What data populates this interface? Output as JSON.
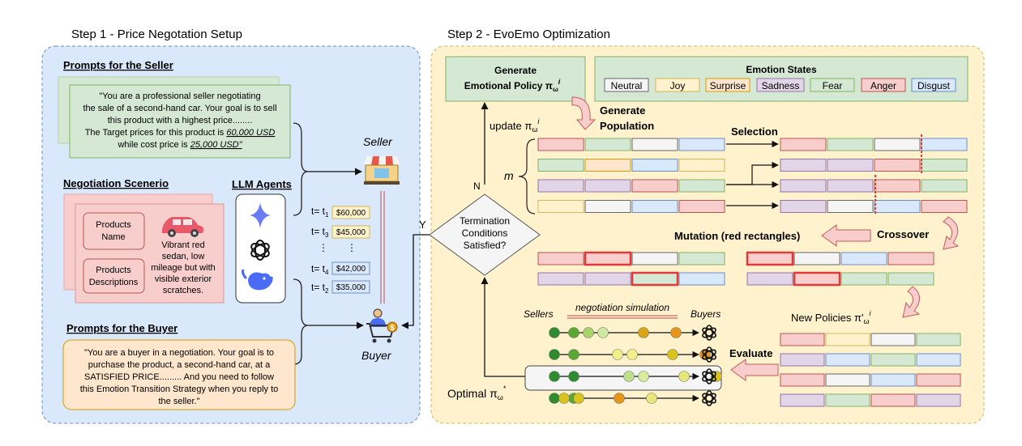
{
  "step1": {
    "title": "Step 1 - Price Negotation Setup",
    "seller_prompt": {
      "heading": "Prompts for the Seller",
      "lines": [
        "\"You are a professional seller negotiating",
        "the sale of a second-hand car. Your goal is to sell",
        "this product with a highest price........",
        "The Target prices for this product is ",
        "while cost price is "
      ],
      "target_price": "60,000 USD",
      "cost_price": "25,000 USD\""
    },
    "scenario": {
      "heading": "Negotiation Scenerio",
      "products_name": [
        "Products",
        "Name"
      ],
      "products_desc": [
        "Products",
        "Descriptions"
      ],
      "description": [
        "Vibrant red",
        "sedan, low",
        "mileage but with",
        "visible exterior",
        "scratches."
      ]
    },
    "agents_heading": "LLM Agents",
    "seller_label": "Seller",
    "buyer_label": "Buyer",
    "offers": [
      {
        "t": "t= t",
        "sub": "1",
        "price": "$60,000",
        "side": "seller"
      },
      {
        "t": "t= t",
        "sub": "3",
        "price": "$45,000",
        "side": "seller"
      },
      {
        "t": "t= t",
        "sub": "4",
        "price": "$42,000",
        "side": "buyer"
      },
      {
        "t": "t= t",
        "sub": "2",
        "price": "$35,000",
        "side": "buyer"
      }
    ],
    "ellipsis": "⋮",
    "buyer_prompt": {
      "heading": "Prompts for the Buyer",
      "lines": [
        "\"You are a buyer in a negotiation. Your goal is to",
        "purchase the product, a second-hand car, at a",
        "SATISFIED PRICE......... And you need to follow",
        "this Emotion Transition Strategy when you reply to",
        "the seller.\""
      ]
    }
  },
  "step2": {
    "title": "Step 2 - EvoEmo Optimization",
    "generate_policy": [
      "Generate",
      "Emotional Policy π",
      "ω",
      "i"
    ],
    "emotion_states": {
      "title": "Emotion States",
      "items": [
        "Neutral",
        "Joy",
        "Surprise",
        "Sadness",
        "Fear",
        "Anger",
        "Disgust"
      ]
    },
    "colors": {
      "neutral": "#f5f5f5",
      "joy": "#fff2cc",
      "surprise": "#ffe6cc",
      "sadness": "#e1d5e7",
      "fear": "#d5e8d4",
      "anger": "#f8cecc",
      "disgust": "#dae8fc",
      "panel_blue": "#dae8fc",
      "panel_orange": "#fff2cc",
      "mutation_red": "#e03a3a"
    },
    "update_label": [
      "update π",
      "ω",
      "i"
    ],
    "generate_population": [
      "Generate",
      "Population"
    ],
    "m_label": "m",
    "selection": "Selection",
    "termination": [
      "Termination",
      "Conditions",
      "Satisfied?"
    ],
    "n_label": "N",
    "y_label": "Y",
    "mutation": "Mutation (red rectangles)",
    "crossover": "Crossover",
    "new_policies": [
      "New Policies π'",
      "ω",
      "i"
    ],
    "evaluate": "Evaluate",
    "sellers": "Sellers",
    "negotiation_simulation": "negotiation simulation",
    "buyers": "Buyers",
    "optimal": [
      "Optimal π",
      "ω",
      "*"
    ],
    "population": [
      [
        "anger",
        "fear",
        "neutral",
        "disgust"
      ],
      [
        "fear",
        "surprise",
        "disgust",
        "joy"
      ],
      [
        "sadness",
        "sadness",
        "anger",
        "fear"
      ],
      [
        "joy",
        "neutral",
        "disgust",
        "anger"
      ]
    ],
    "selected": [
      [
        "anger",
        "fear",
        "neutral",
        "disgust"
      ],
      [
        "sadness",
        "sadness",
        "anger",
        "fear"
      ],
      [
        "sadness",
        "sadness",
        "anger",
        "fear"
      ],
      [
        "sadness",
        "neutral",
        "disgust",
        "anger"
      ]
    ],
    "crossover_rows": [
      [
        "anger",
        "neutral",
        "disgust",
        "anger"
      ],
      [
        "sadness",
        "anger",
        "fear",
        "fear"
      ]
    ],
    "mutation_rows": [
      [
        "anger",
        "anger",
        "neutral",
        "fear"
      ],
      [
        "sadness",
        "sadness",
        "fear",
        "disgust"
      ]
    ],
    "new_policies_rows": [
      [
        "anger",
        "joy",
        "neutral",
        "fear"
      ],
      [
        "sadness",
        "disgust",
        "fear",
        "disgust"
      ],
      [
        "anger",
        "neutral",
        "disgust",
        "anger"
      ],
      [
        "sadness",
        "fear",
        "anger",
        "sadness"
      ]
    ],
    "simulations": [
      [
        "#2e8b2e",
        "#5aa832",
        "#a8d26a",
        "#cfe8a0",
        "#d9a514",
        "#e8961a"
      ],
      [
        "#2e8b2e",
        "#5aa832",
        "#f2f08a",
        "#f2f08a",
        "#d9c41e",
        "#e8961a"
      ],
      [
        "#2e8b2e",
        "#2e8b2e",
        "#bfe08a",
        "#d8ec9a",
        "#e8e87a",
        "#d9c41e"
      ],
      [
        "#2e8b2e",
        "#5aa832",
        "#d9c41e",
        "#d9c41e",
        "#e8961a",
        "#e8e87a"
      ]
    ]
  }
}
